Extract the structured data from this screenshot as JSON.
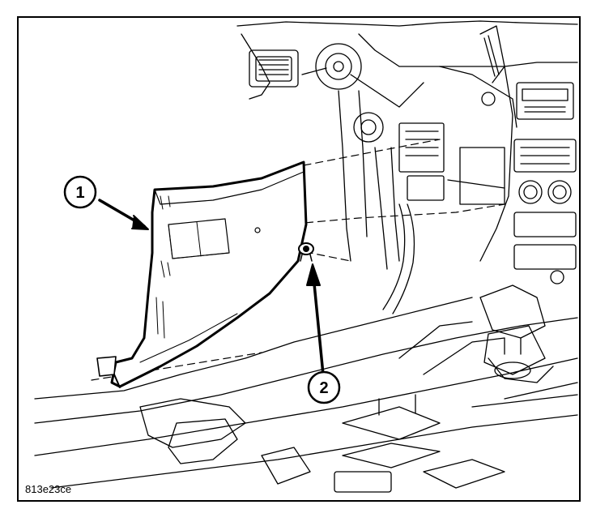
{
  "callouts": [
    {
      "label": "1"
    },
    {
      "label": "2"
    }
  ],
  "figure_id": "813e23ce",
  "colors": {
    "line": "#000000",
    "background": "#ffffff"
  }
}
